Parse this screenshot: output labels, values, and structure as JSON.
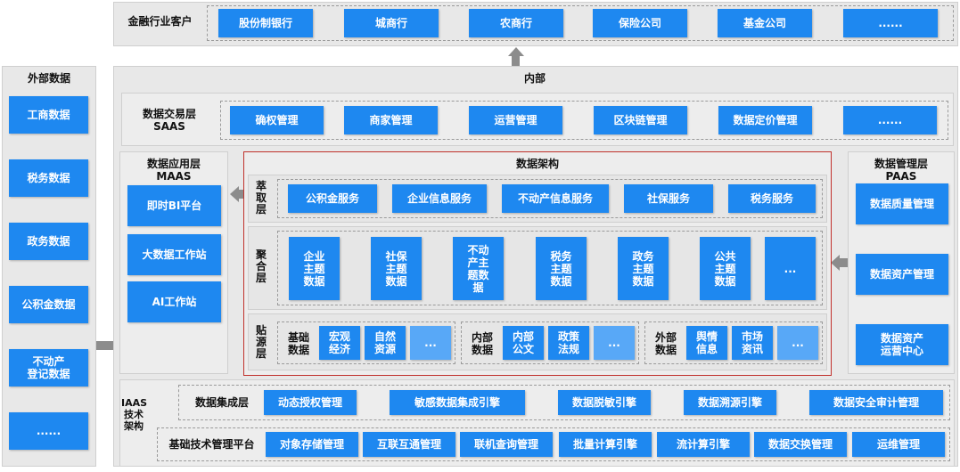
{
  "top": {
    "label": "金融行业客户",
    "items": [
      "股份制银行",
      "城商行",
      "农商行",
      "保险公司",
      "基金公司",
      "......"
    ]
  },
  "external": {
    "title": "外部数据",
    "items": [
      "工商数据",
      "税务数据",
      "政务数据",
      "公积金数据",
      "不动产\n登记数据",
      "......"
    ]
  },
  "internal": {
    "title": "内部"
  },
  "saas": {
    "label": "数据交易层\nSAAS",
    "items": [
      "确权管理",
      "商家管理",
      "运营管理",
      "区块链管理",
      "数据定价管理",
      "......"
    ]
  },
  "maas": {
    "label": "数据应用层\nMAAS",
    "items": [
      "即时BI平台",
      "大数据工作站",
      "AI工作站"
    ]
  },
  "arch": {
    "title": "数据架构",
    "extract": {
      "label": "萃\n取\n层",
      "items": [
        "公积金服务",
        "企业信息服务",
        "不动产信息服务",
        "社保服务",
        "税务服务"
      ]
    },
    "aggregate": {
      "label": "聚\n合\n层",
      "items": [
        "企业\n主题\n数据",
        "社保\n主题\n数据",
        "不动\n产主\n题数\n据",
        "税务\n主题\n数据",
        "政务\n主题\n数据",
        "公共\n主题\n数据",
        "..."
      ]
    },
    "source": {
      "label": "贴\n源\n层",
      "groups": [
        {
          "label": "基础\n数据",
          "items": [
            "宏观\n经济",
            "自然\n资源",
            "..."
          ]
        },
        {
          "label": "内部\n数据",
          "items": [
            "内部\n公文",
            "政策\n法规",
            "..."
          ]
        },
        {
          "label": "外部\n数据",
          "items": [
            "舆情\n信息",
            "市场\n资讯",
            "..."
          ]
        }
      ]
    }
  },
  "paas": {
    "label": "数据管理层\nPAAS",
    "items": [
      "数据质量管理",
      "数据资产管理",
      "数据资产\n运营中心"
    ]
  },
  "iaas": {
    "label": "IAAS\n技术\n架构",
    "integration": {
      "label": "数据集成层",
      "items": [
        "动态授权管理",
        "敏感数据集成引擎",
        "数据脱敏引擎",
        "数据溯源引擎",
        "数据安全审计管理"
      ]
    },
    "platform": {
      "label": "基础技术管理平台",
      "items": [
        "对象存储管理",
        "互联互通管理",
        "联机查询管理",
        "批量计算引擎",
        "流计算引擎",
        "数据交换管理",
        "运维管理"
      ]
    }
  },
  "colors": {
    "blue": "#1e88f0",
    "panel": "#e8e8e8",
    "frame": "#c0302b",
    "arrow": "#8c8c8c"
  }
}
